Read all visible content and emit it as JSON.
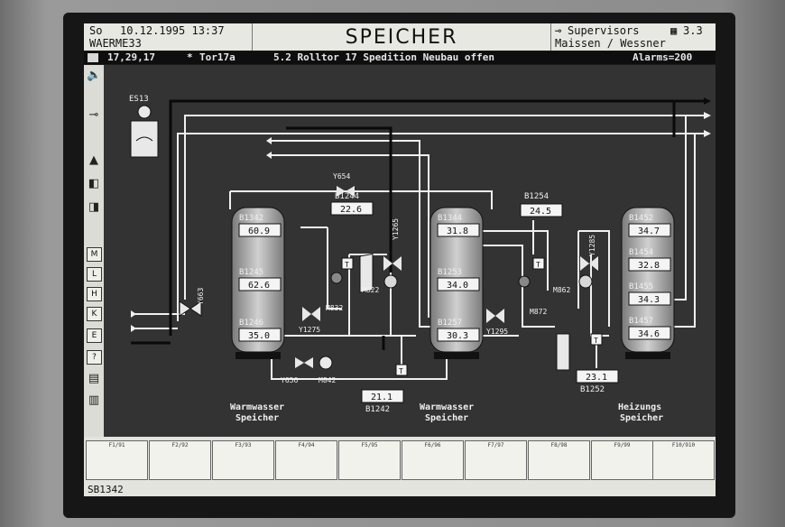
{
  "header": {
    "day": "So",
    "datetime": "10.12.1995 13:37",
    "plant": "WAERME33",
    "title": "SPEICHER",
    "user_role": "Supervisors",
    "version": "3.3",
    "operators": "Maissen / Wessner"
  },
  "message_bar": {
    "time": "17,29,17",
    "marker": "*",
    "source": "Tor17a",
    "text": "5.2 Rolltor 17 Spedition Neubau offen",
    "alarms": "Alarms=200"
  },
  "sidebar": {
    "icons": [
      "speaker-icon",
      "key-icon",
      "pump-triangle-icon",
      "valve-left-icon",
      "valve-right-icon"
    ],
    "buttons": [
      "M",
      "L",
      "H",
      "K",
      "E",
      "?"
    ]
  },
  "diagram": {
    "top_equipment": "ES13",
    "valve_left": "Y663",
    "valve_top": "Y654",
    "tanks": [
      {
        "caption_line1": "Warmwasser",
        "caption_line2": "Speicher",
        "sensors": [
          {
            "tag": "B1342",
            "value": "60.9"
          },
          {
            "tag": "B1245",
            "value": "62.6"
          },
          {
            "tag": "B1246",
            "value": "35.0"
          }
        ]
      },
      {
        "caption_line1": "Warmwasser",
        "caption_line2": "Speicher",
        "sensors": [
          {
            "tag": "B1344",
            "value": "31.8"
          },
          {
            "tag": "B1253",
            "value": "34.0"
          },
          {
            "tag": "B1257",
            "value": "30.3"
          }
        ]
      },
      {
        "caption_line1": "Heizungs",
        "caption_line2": "Speicher",
        "sensors": [
          {
            "tag": "B1452",
            "value": "34.7"
          },
          {
            "tag": "B1454",
            "value": "32.8"
          },
          {
            "tag": "B1455",
            "value": "34.3"
          },
          {
            "tag": "B1457",
            "value": "34.6"
          }
        ]
      }
    ],
    "readouts": [
      {
        "tag": "B1244",
        "value": "22.6"
      },
      {
        "tag": "B1254",
        "value": "24.5"
      },
      {
        "tag": "B1242",
        "value": "21.1"
      },
      {
        "tag": "B1252",
        "value": "23.1"
      }
    ],
    "labels": {
      "y1265": "Y1265",
      "m822": "M822",
      "m832": "M832",
      "y1275": "Y1275",
      "y656": "Y656",
      "m842": "M842",
      "y1285": "Y1285",
      "m862": "M862",
      "m872": "M872",
      "y1295": "Y1295"
    },
    "sensor_symbol": "T"
  },
  "fkeys": [
    "F1/91",
    "F2/92",
    "F3/93",
    "F4/94",
    "F5/95",
    "F6/96",
    "F7/97",
    "F8/98",
    "F9/99",
    "F10/910"
  ],
  "status": {
    "text": "SB1342"
  }
}
